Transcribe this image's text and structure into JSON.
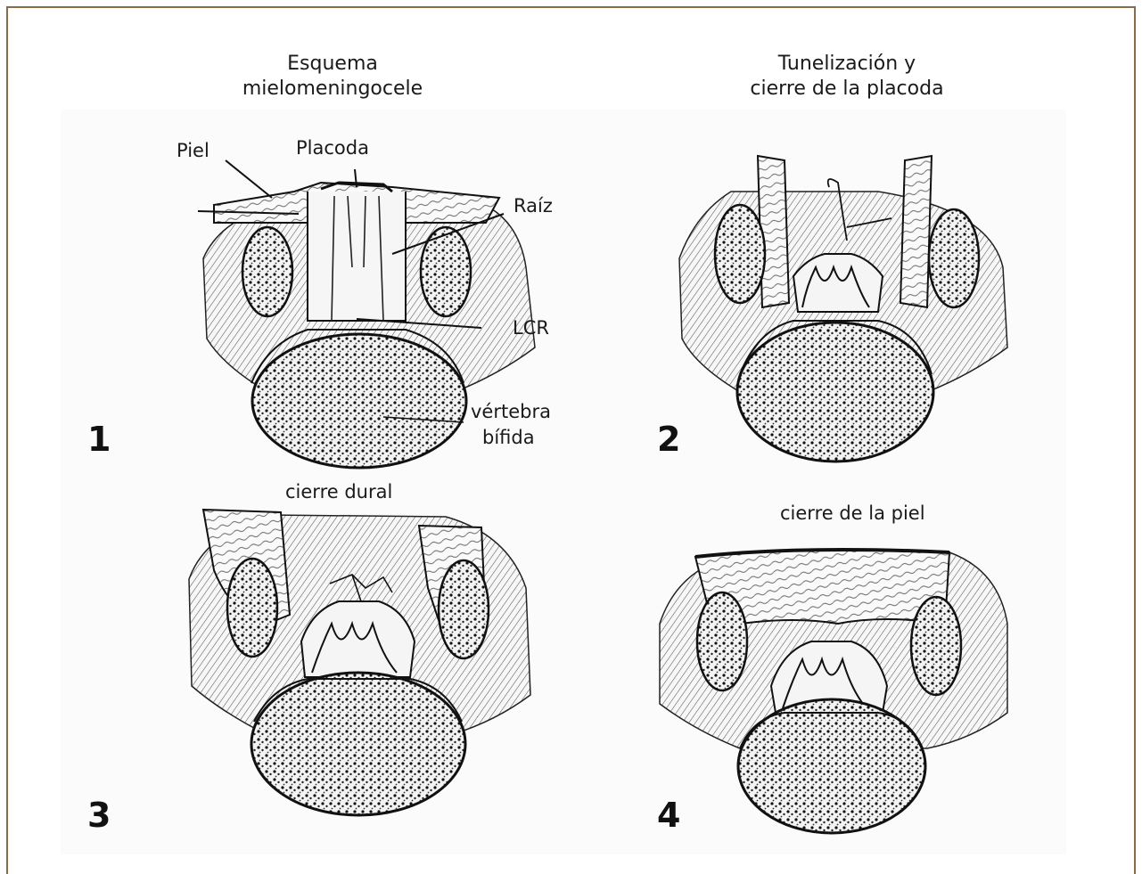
{
  "titles": {
    "left": [
      "Esquema",
      "mielomeningocele"
    ],
    "right": [
      "Tunelización y",
      "cierre de la placoda"
    ]
  },
  "panels": [
    {
      "number": "1"
    },
    {
      "number": "2",
      "caption": ""
    },
    {
      "number": "3",
      "caption": "cierre dural"
    },
    {
      "number": "4",
      "caption": "cierre de la piel"
    }
  ],
  "labels": {
    "piel": "Piel",
    "placoda": "Placoda",
    "raiz": "Raíz",
    "lcr": "LCR",
    "vertebra": "vértebra",
    "bifida": "bífida"
  },
  "colors": {
    "frame": "#8a6a48",
    "ink": "#111111",
    "paper": "#fbfbfb"
  }
}
